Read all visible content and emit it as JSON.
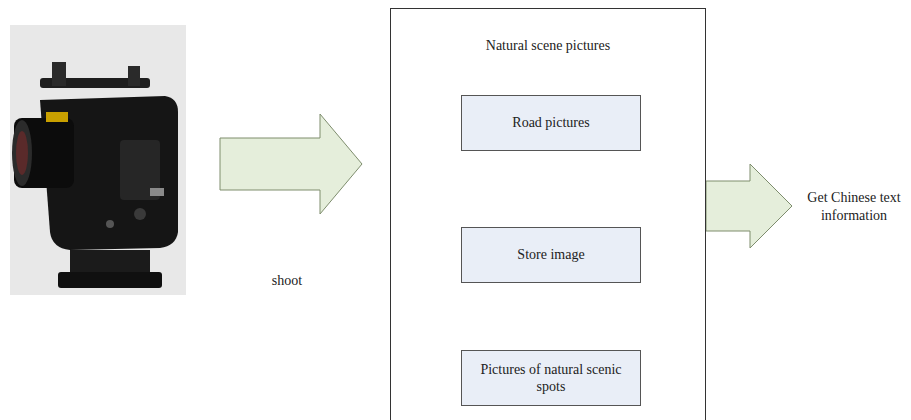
{
  "diagram": {
    "nodes": [
      {
        "text": [
          "Natural scene pictures"
        ]
      },
      {
        "text": [
          "Road pictures"
        ],
        "in": 0
      },
      {
        "text": [
          "Store image"
        ],
        "in": 0
      },
      {
        "text": [
          "Pictures of natural scenic spots"
        ],
        "in": 0
      }
    ],
    "labels": [
      "shoot",
      "Get Chinese text information"
    ]
  }
}
